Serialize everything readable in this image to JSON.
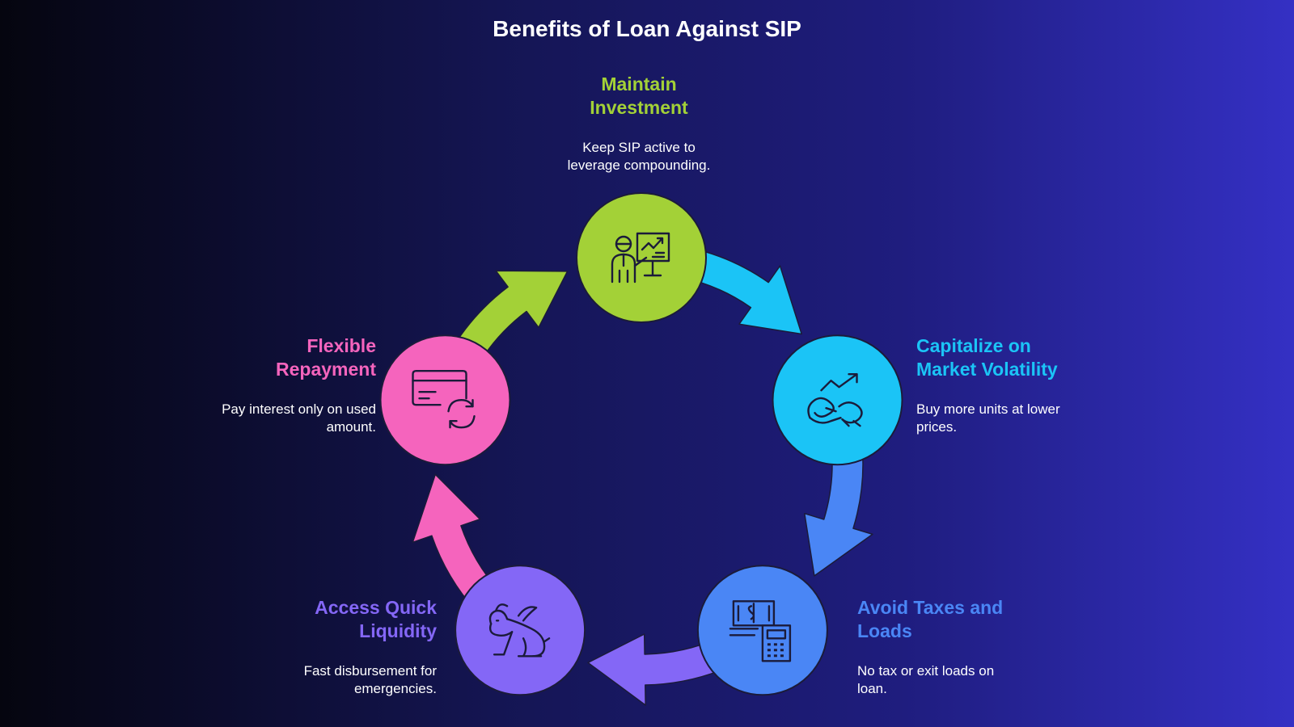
{
  "title": "Benefits of Loan Against SIP",
  "colors": {
    "green": "#a3d137",
    "cyan": "#1bc4f6",
    "blue": "#4a86f5",
    "purple": "#8467f6",
    "pink": "#f564bd",
    "outline": "#1b1b3a"
  },
  "steps": [
    {
      "id": "maintain",
      "title": "Maintain Investment",
      "title_lines": [
        "Maintain",
        "Investment"
      ],
      "desc_lines": [
        "Keep SIP active to",
        "leverage compounding."
      ],
      "icon": "presentation-icon",
      "color": "#a3d137"
    },
    {
      "id": "volatility",
      "title": "Capitalize on Market Volatility",
      "title_lines": [
        "Capitalize on",
        "Market Volatility"
      ],
      "desc_lines": [
        "Buy more units at lower",
        "prices."
      ],
      "icon": "trend-hands-icon",
      "color": "#1bc4f6"
    },
    {
      "id": "taxes",
      "title": "Avoid Taxes and Loads",
      "title_lines": [
        "Avoid Taxes and",
        "Loads"
      ],
      "desc_lines": [
        "No tax or exit loads on",
        "loan."
      ],
      "icon": "money-calculator-icon",
      "color": "#4a86f5"
    },
    {
      "id": "liquidity",
      "title": "Access Quick Liquidity",
      "title_lines": [
        "Access Quick",
        "Liquidity"
      ],
      "desc_lines": [
        "Fast disbursement for",
        "emergencies."
      ],
      "icon": "rabbit-icon",
      "color": "#8467f6"
    },
    {
      "id": "repayment",
      "title": "Flexible Repayment",
      "title_lines": [
        "Flexible",
        "Repayment"
      ],
      "desc_lines": [
        "Pay interest only on used",
        "amount."
      ],
      "icon": "card-refresh-icon",
      "color": "#f564bd"
    }
  ]
}
